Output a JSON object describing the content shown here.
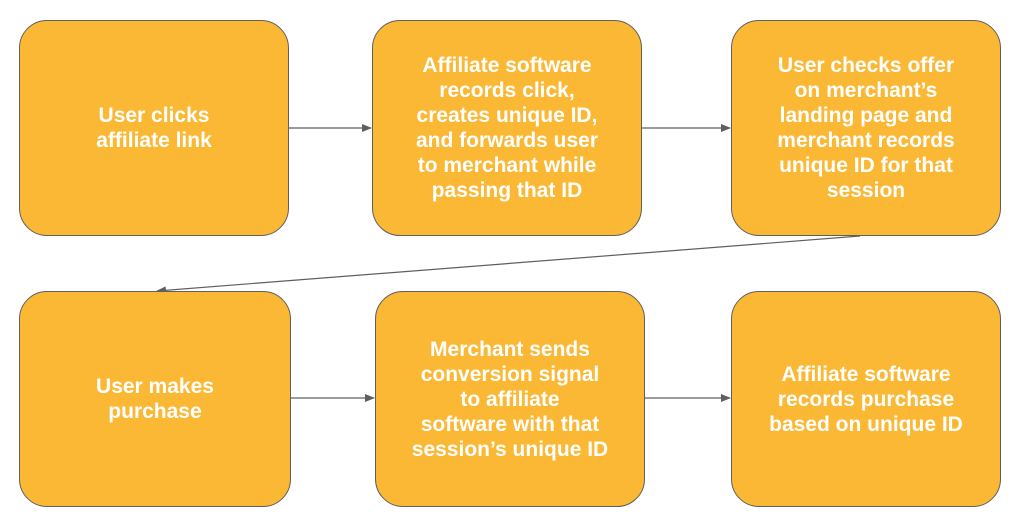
{
  "nodes": [
    {
      "id": "n1",
      "label": "User clicks\naffiliate link"
    },
    {
      "id": "n2",
      "label": "Affiliate software\nrecords click,\ncreates unique ID,\nand forwards user\nto merchant while\npassing that ID"
    },
    {
      "id": "n3",
      "label": "User checks offer\non merchant’s\nlanding page and\nmerchant records\nunique ID for that\nsession"
    },
    {
      "id": "n4",
      "label": "User makes\npurchase"
    },
    {
      "id": "n5",
      "label": "Merchant sends\nconversion signal\nto affiliate\nsoftware with that\nsession’s unique ID"
    },
    {
      "id": "n6",
      "label": "Affiliate software\nrecords purchase\nbased on unique ID"
    }
  ],
  "edges": [
    {
      "from": "n1",
      "to": "n2"
    },
    {
      "from": "n2",
      "to": "n3"
    },
    {
      "from": "n3",
      "to": "n4"
    },
    {
      "from": "n4",
      "to": "n5"
    },
    {
      "from": "n5",
      "to": "n6"
    }
  ],
  "colors": {
    "node_fill": "#fbb835",
    "node_border": "#5f5f5f",
    "node_text": "#ffffff",
    "edge": "#5f5f5f"
  }
}
